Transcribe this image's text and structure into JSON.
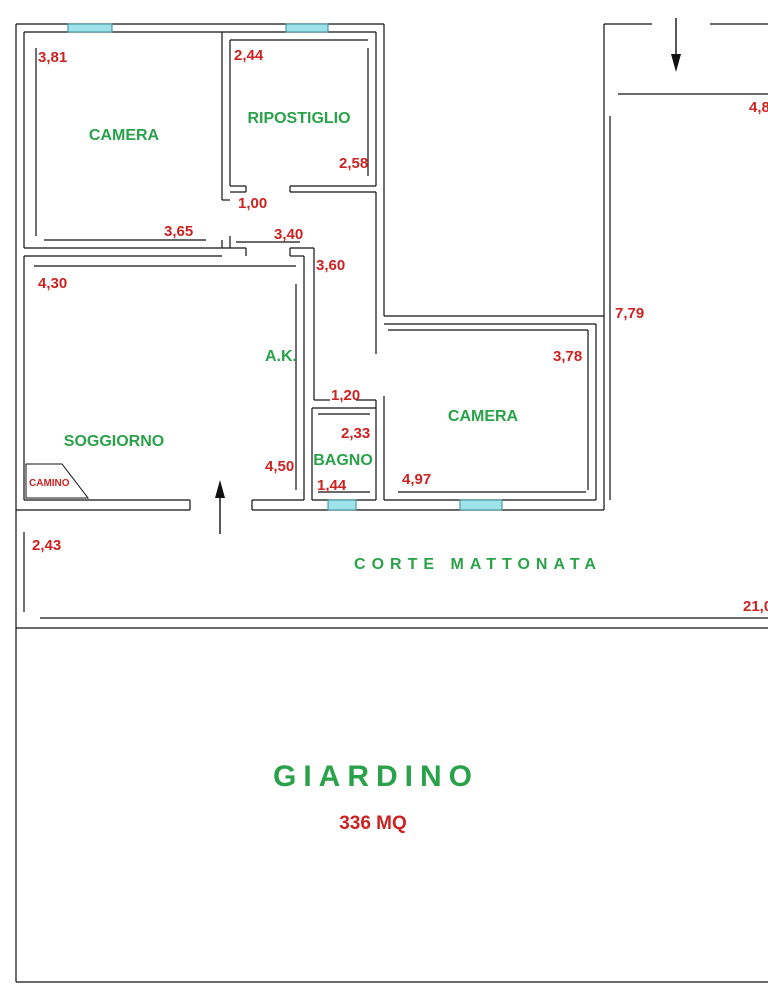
{
  "colors": {
    "label": "#2aa24a",
    "dimension": "#cc2222",
    "window": "#9fe3ea",
    "wall": "#111111"
  },
  "rooms": [
    {
      "id": "camera-top",
      "label": "CAMERA"
    },
    {
      "id": "ripostiglio",
      "label": "RIPOSTIGLIO"
    },
    {
      "id": "soggiorno",
      "label": "SOGGIORNO"
    },
    {
      "id": "ak",
      "label": "A.K."
    },
    {
      "id": "bagno",
      "label": "BAGNO"
    },
    {
      "id": "camera-right",
      "label": "CAMERA"
    }
  ],
  "camino": "CAMINO",
  "dimensions": {
    "d381": "3,81",
    "d365": "3,65",
    "d244": "2,44",
    "d258": "2,58",
    "d100": "1,00",
    "d340": "3,40",
    "d360": "3,60",
    "d430": "4,30",
    "d450": "4,50",
    "d120": "1,20",
    "d233": "2,33",
    "d144": "1,44",
    "d497": "4,97",
    "d378": "3,78",
    "d779": "7,79",
    "d243": "2,43",
    "d48": "4,8",
    "d21": "21,0"
  },
  "courtyard": "CORTE MATTONATA",
  "garden": {
    "label": "GIARDINO",
    "area": "336 MQ"
  }
}
